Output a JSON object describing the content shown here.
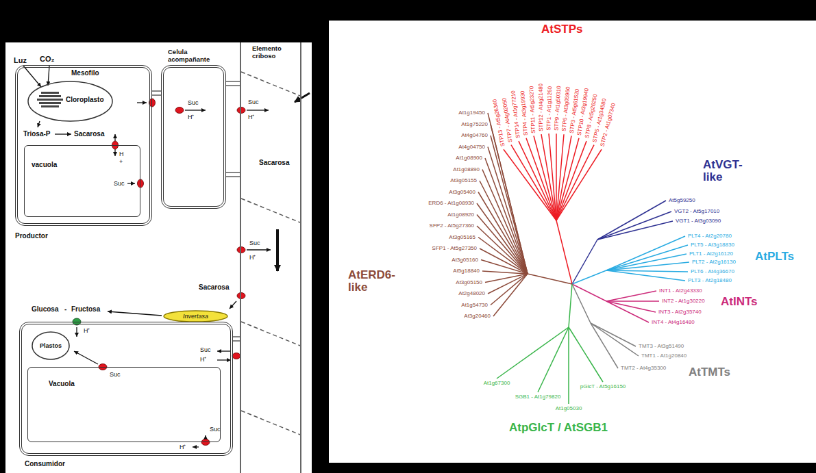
{
  "diagram": {
    "nodes": [
      {
        "text": [
          "Mesofilo",
          "Productor"
        ]
      },
      {
        "text": [
          "Cloroplasto"
        ],
        "in": 0
      },
      {
        "text": [
          "vacuola"
        ],
        "in": 0
      },
      {
        "text": [
          "Celula acompañante"
        ]
      },
      {
        "text": [
          "Elemento criboso"
        ]
      },
      {
        "text": [
          "Invertasa"
        ]
      },
      {
        "text": [
          "Consumidor"
        ]
      },
      {
        "text": [
          "Plastos"
        ],
        "in": 6
      },
      {
        "text": [
          "Vacuola"
        ],
        "in": 6
      }
    ],
    "labels": [
      "Luz",
      "CO₂",
      "Triosa-P",
      "Sacarosa",
      "H",
      "+",
      "Suc",
      "Suc",
      "H⁺",
      "Suc",
      "H⁺",
      "Sacarosa",
      "Suc",
      "H⁺",
      "Sacarosa",
      "Glucosa",
      "-",
      "Fructosa",
      "H⁺",
      "Suc",
      "H⁺",
      "Suc",
      "Suc",
      "H⁺",
      "AtSTPs",
      "STP13 - At5g26340",
      "STP7 - At4g02050",
      "STP14 - At1g77210",
      "STP4 - At3g19930",
      "STP11 - At5g23270",
      "STP12 - At4g21480",
      "STP1 - At1g11260",
      "STP9 - At1g50310",
      "STP6 - At3g05960",
      "STP3 - At5g61520",
      "STP10 - At3g19940",
      "STP8 - At5g26250",
      "STP5 - At1g34580",
      "STP2 - At1g07340",
      "AtVGT- like",
      "At5g59250",
      "VGT2 - At5g17010",
      "VGT1 - At3g03090",
      "AtPLTs",
      "PLT4 - At2g20780",
      "PLT5 - At3g18830",
      "PLT1 - At2g16120",
      "PLT2 - At2g16130",
      "PLT6 - At4g36670",
      "PLT3 - At2g18480",
      "AtINTs",
      "INT1 - At2g43330",
      "INT2 - At1g30220",
      "INT3 - At2g35740",
      "INT4 - At4g16480",
      "AtTMTs",
      "TMT3 - At3g51490",
      "TMT1 - At1g20840",
      "TMT2 - At4g35300",
      "AtpGlcT / AtSGB1",
      "At1g67300",
      "SGB1 - At1g79820",
      "At1g05030",
      "pGlcT - At5g16150",
      "AtERD6- like",
      "At1g19450",
      "At1g75220",
      "At4g04760",
      "At4g04750",
      "At1g08900",
      "At1g08890",
      "At3g05155",
      "At3g05400",
      "ERD6 - At1g08930",
      "At1g08920",
      "SFP2 - At5g27360",
      "At3g05165",
      "SFP1 - At5g27350",
      "At3g05160",
      "At5g18840",
      "At3g05150",
      "At2g48020",
      "At1g54730",
      "At3g20460"
    ]
  }
}
